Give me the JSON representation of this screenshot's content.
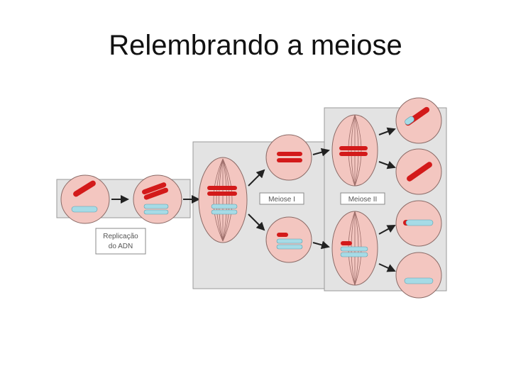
{
  "slide": {
    "title": "Relembrando a meiose"
  },
  "diagram": {
    "labels": {
      "replication_line1": "Replicação",
      "replication_line2": "do ADN",
      "meiosis1": "Meiose I",
      "meiosis2": "Meiose II"
    },
    "colors": {
      "cell_fill": "#f3c6c0",
      "cell_stroke": "#8a6a66",
      "panel_fill": "#e3e3e3",
      "panel_stroke": "#9a9a9a",
      "maternal_chromosome": "#d31a1a",
      "paternal_chromosome": "#a6dbe6",
      "arrow": "#222222"
    }
  }
}
